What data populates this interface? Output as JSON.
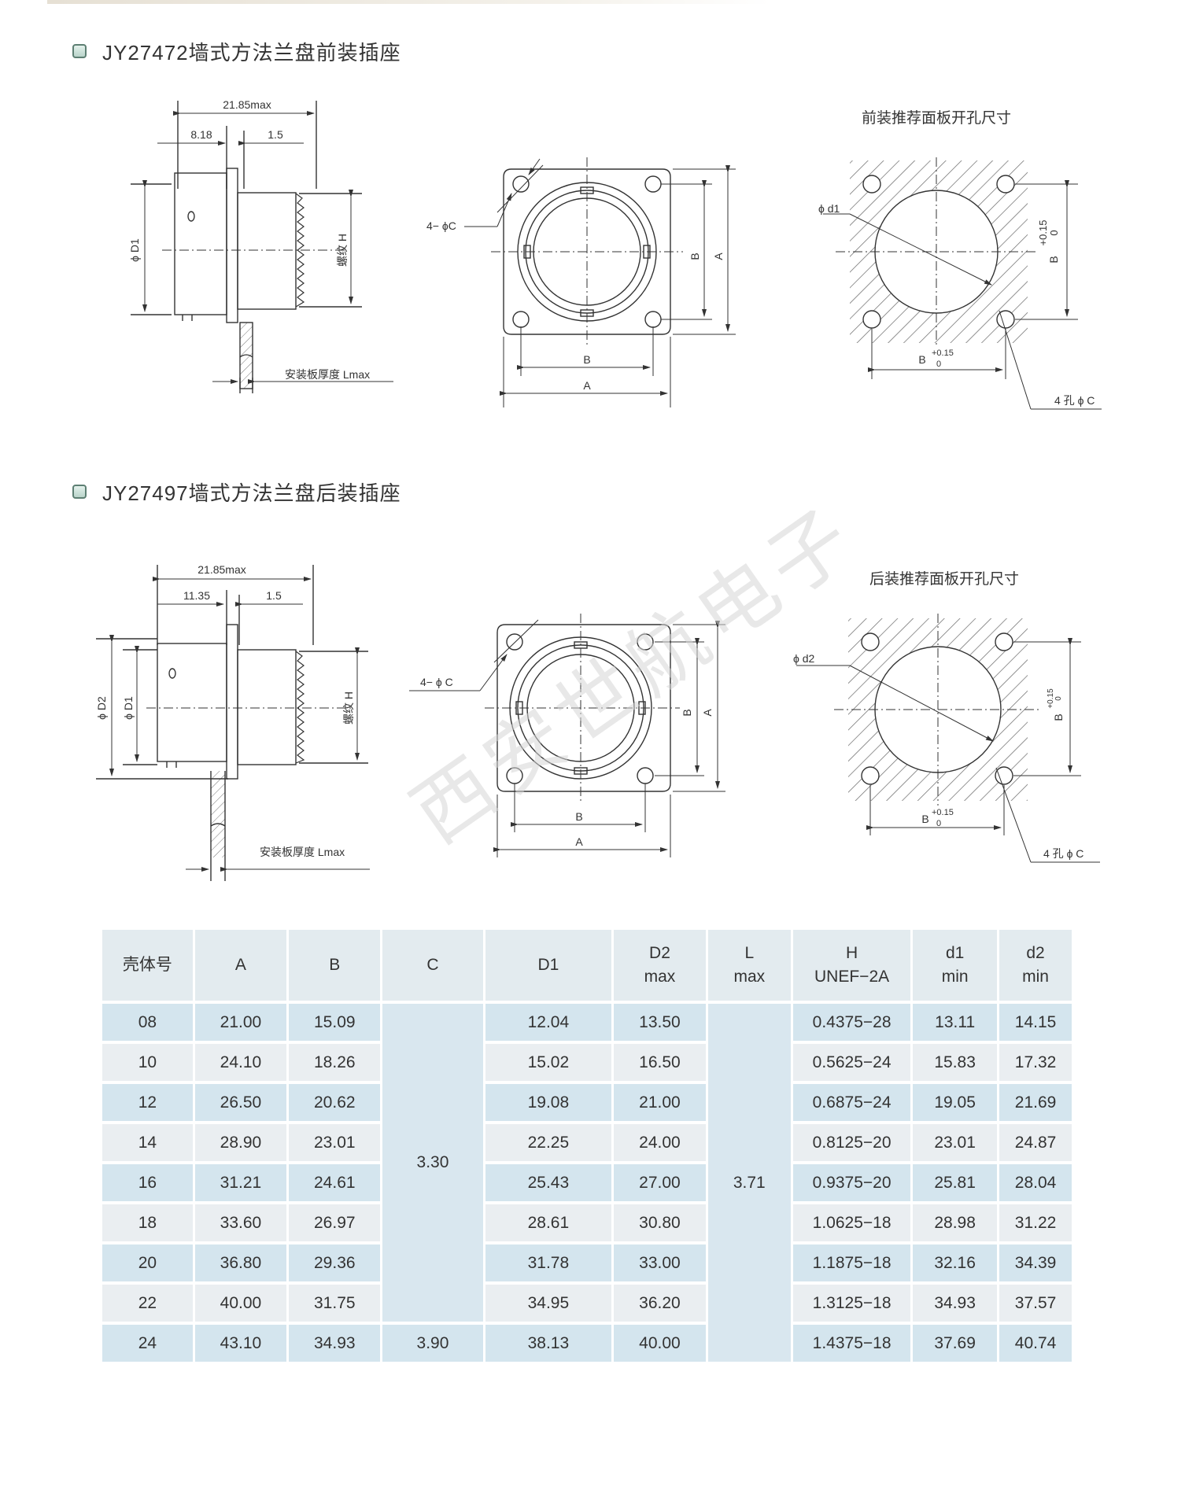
{
  "section1": {
    "title": "JY27472墙式方法兰盘前装插座",
    "panel_title": "前装推荐面板开孔尺寸",
    "side": {
      "overall": "21.85max",
      "dim_a": "8.18",
      "dim_b": "1.5",
      "d_label": "ϕ D1",
      "thread": "螺纹 H",
      "panel": "安装板厚度 Lmax"
    },
    "front": {
      "hole": "4− ϕC",
      "a": "A",
      "b": "B"
    },
    "cutout": {
      "d": "ϕ d1",
      "b": "B",
      "tol": "+0.15",
      "tol0": "0",
      "holes": "4 孔 ϕ C"
    }
  },
  "section2": {
    "title": "JY27497墙式方法兰盘后装插座",
    "panel_title": "后装推荐面板开孔尺寸",
    "side": {
      "overall": "21.85max",
      "dim_a": "11.35",
      "dim_b": "1.5",
      "d2_label": "ϕ D2",
      "d1_label": "ϕ D1",
      "thread": "螺纹 H",
      "panel": "安装板厚度 Lmax"
    },
    "front": {
      "hole": "4− ϕ C",
      "a": "A",
      "b": "B"
    },
    "cutout": {
      "d": "ϕ d2",
      "b": "B",
      "tol": "+0.15",
      "tol0": "0",
      "holes": "4 孔 ϕ C"
    }
  },
  "watermark": "西安世航电子",
  "table": {
    "headers": [
      [
        "壳体号"
      ],
      [
        "A"
      ],
      [
        "B"
      ],
      [
        "C"
      ],
      [
        "D1"
      ],
      [
        "D2",
        "max"
      ],
      [
        "L",
        "max"
      ],
      [
        "H",
        "UNEF−2A"
      ],
      [
        "d1",
        "min"
      ],
      [
        "d2",
        "min"
      ]
    ],
    "c_merged": "3.30",
    "c_last": "3.90",
    "l_merged": "3.71",
    "rows": [
      {
        "shell": "08",
        "a": "21.00",
        "b": "15.09",
        "d1": "12.04",
        "d2": "13.50",
        "h": "0.4375−28",
        "d1min": "13.11",
        "d2min": "14.15"
      },
      {
        "shell": "10",
        "a": "24.10",
        "b": "18.26",
        "d1": "15.02",
        "d2": "16.50",
        "h": "0.5625−24",
        "d1min": "15.83",
        "d2min": "17.32"
      },
      {
        "shell": "12",
        "a": "26.50",
        "b": "20.62",
        "d1": "19.08",
        "d2": "21.00",
        "h": "0.6875−24",
        "d1min": "19.05",
        "d2min": "21.69"
      },
      {
        "shell": "14",
        "a": "28.90",
        "b": "23.01",
        "d1": "22.25",
        "d2": "24.00",
        "h": "0.8125−20",
        "d1min": "23.01",
        "d2min": "24.87"
      },
      {
        "shell": "16",
        "a": "31.21",
        "b": "24.61",
        "d1": "25.43",
        "d2": "27.00",
        "h": "0.9375−20",
        "d1min": "25.81",
        "d2min": "28.04"
      },
      {
        "shell": "18",
        "a": "33.60",
        "b": "26.97",
        "d1": "28.61",
        "d2": "30.80",
        "h": "1.0625−18",
        "d1min": "28.98",
        "d2min": "31.22"
      },
      {
        "shell": "20",
        "a": "36.80",
        "b": "29.36",
        "d1": "31.78",
        "d2": "33.00",
        "h": "1.1875−18",
        "d1min": "32.16",
        "d2min": "34.39"
      },
      {
        "shell": "22",
        "a": "40.00",
        "b": "31.75",
        "d1": "34.95",
        "d2": "36.20",
        "h": "1.3125−18",
        "d1min": "34.93",
        "d2min": "37.57"
      },
      {
        "shell": "24",
        "a": "43.10",
        "b": "34.93",
        "d1": "38.13",
        "d2": "40.00",
        "h": "1.4375−18",
        "d1min": "37.69",
        "d2min": "40.74"
      }
    ]
  }
}
